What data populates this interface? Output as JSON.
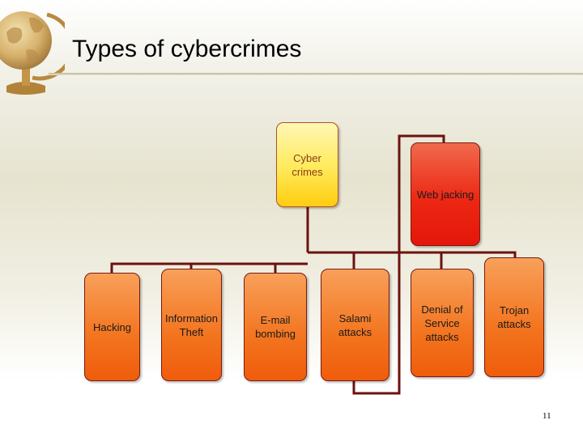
{
  "slide": {
    "title": "Types of cybercrimes",
    "page_number": "11"
  },
  "diagram": {
    "root": {
      "label": "Cyber crimes"
    },
    "branch": {
      "label": "Web jacking"
    },
    "children": [
      {
        "label": "Hacking"
      },
      {
        "label": "Information\nTheft"
      },
      {
        "label": "E-mail\nbombing"
      },
      {
        "label": "Salami\nattacks"
      },
      {
        "label": "Denial of\nService\nattacks"
      },
      {
        "label": "Trojan\nattacks"
      }
    ]
  },
  "colors": {
    "connector": "#6b1210",
    "node_orange": "#f3741e",
    "node_red": "#ec2814",
    "node_yellow": "#ffea58",
    "title_rule": "#c9c3a6"
  },
  "icons": {
    "logo": "globe-icon"
  }
}
